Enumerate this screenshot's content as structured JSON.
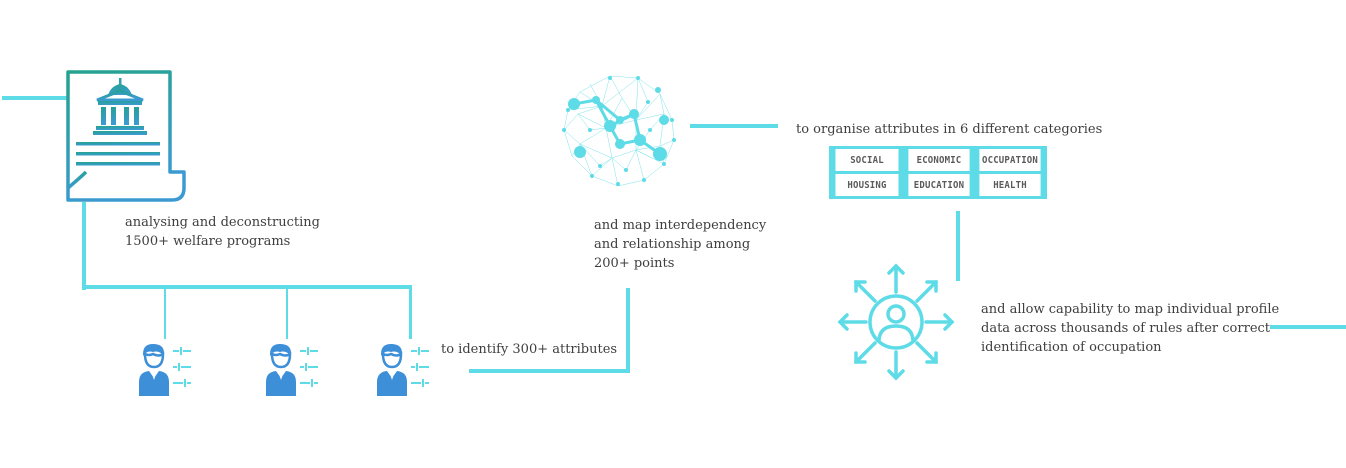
{
  "steps": {
    "analyse": {
      "line1": "analysing and deconstructing",
      "line2": "1500+ welfare programs",
      "icon": "government-building-document-icon"
    },
    "identify": {
      "text": "to identify 300+ attributes",
      "icon": "analyst-person-icon"
    },
    "map": {
      "line1": "and map interdependency",
      "line2": "and relationship among",
      "line3": "200+ points",
      "icon": "network-sphere-icon"
    },
    "organise": {
      "text": "to organise attributes in 6 different categories"
    },
    "capability": {
      "line1": "and allow capability to map individual profile",
      "line2": "data across thousands of rules after correct",
      "line3": "identification of occupation",
      "icon": "user-arrows-icon"
    }
  },
  "categories": [
    "SOCIAL",
    "ECONOMIC",
    "OCCUPATION",
    "HOUSING",
    "EDUCATION",
    "HEALTH"
  ],
  "colors": {
    "accent": "#5ddbe6",
    "teal": "#1f9e90",
    "blue": "#3d8fd8"
  }
}
